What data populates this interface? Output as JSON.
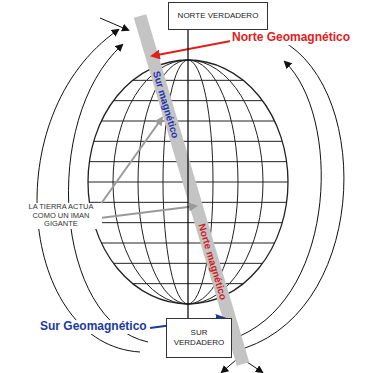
{
  "diagram": {
    "nodes": [
      {
        "text": [
          "NORTE VERDADERO"
        ]
      },
      {
        "text": [
          "SUR VERDADERO"
        ]
      }
    ],
    "edges": [
      {
        "from": 0,
        "to": 1,
        "arrow": "none"
      }
    ],
    "labels": [
      "Norte Geomagnético",
      "Sur Geomagnético",
      "Sur magnético",
      "Norte magnético",
      "LA TIERRA ACTUA COMO UN IMAN GIGANTE"
    ]
  }
}
